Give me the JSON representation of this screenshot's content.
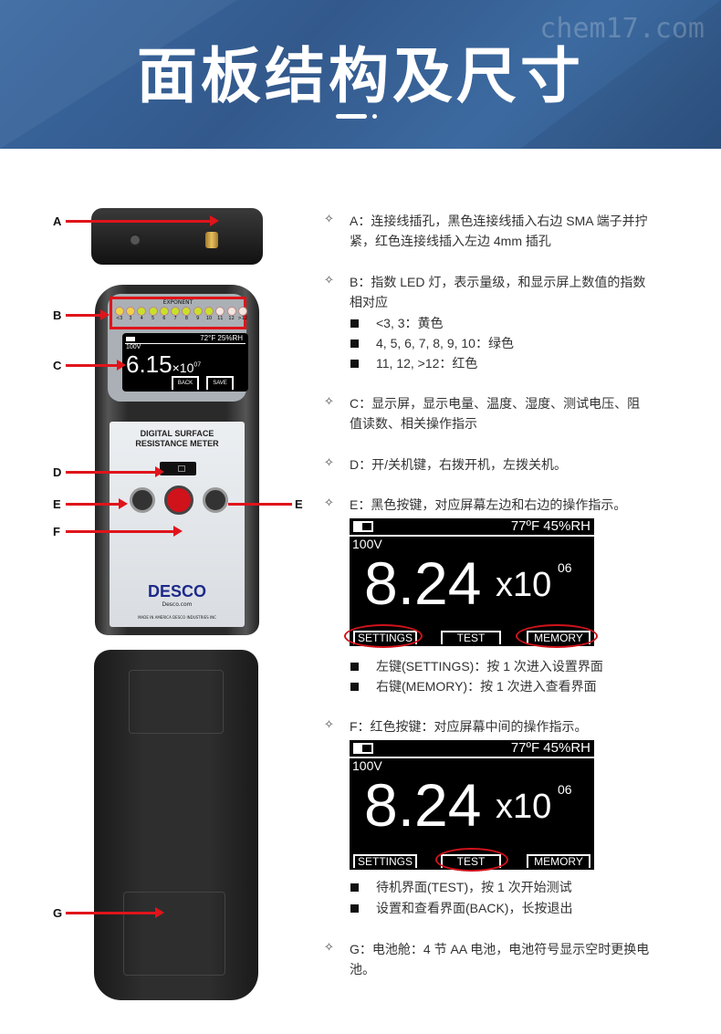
{
  "header": {
    "title": "面板结构及尺寸",
    "watermark": "chem17.com"
  },
  "labels": {
    "A": "A",
    "B": "B",
    "C": "C",
    "D": "D",
    "E": "E",
    "F": "F",
    "G": "G"
  },
  "device": {
    "exponent_label": "EXPONENT",
    "leds": [
      {
        "n": "<3",
        "c": "#f0d24a"
      },
      {
        "n": "3",
        "c": "#f0d24a"
      },
      {
        "n": "4",
        "c": "#c9e02a"
      },
      {
        "n": "5",
        "c": "#c9e02a"
      },
      {
        "n": "6",
        "c": "#c9e02a"
      },
      {
        "n": "7",
        "c": "#c9e02a"
      },
      {
        "n": "8",
        "c": "#c9e02a"
      },
      {
        "n": "9",
        "c": "#c9e02a"
      },
      {
        "n": "10",
        "c": "#c9e02a"
      },
      {
        "n": "11",
        "c": "#f3e6e0"
      },
      {
        "n": "12",
        "c": "#f3e6e0"
      },
      {
        "n": ">12",
        "c": "#f3e6e0"
      }
    ],
    "screen": {
      "temp_rh": "72°F 25%RH",
      "voltage": "100V",
      "value": "6.15",
      "mult": "×10",
      "exp": "07",
      "back": "BACK",
      "save": "SAVE"
    },
    "name1": "DIGITAL SURFACE",
    "name2": "RESISTANCE METER",
    "brand": "DESCO",
    "brand_url": "Desco.com",
    "made_in": "MADE IN AMERICA  DESCO INDUSTRIES INC"
  },
  "items": {
    "A": [
      "A：连接线插孔，黑色连接线插入右边 SMA 端子并拧",
      "紧，红色连接线插入左边 4mm 插孔"
    ],
    "B": [
      "B：指数 LED 灯，表示量级，和显示屏上数值的指数",
      "相对应"
    ],
    "B_bullets": [
      "<3, 3：黄色",
      "4, 5, 6, 7, 8, 9, 10：绿色",
      "11, 12, >12：红色"
    ],
    "C": [
      "C：显示屏，显示电量、温度、湿度、测试电压、阻",
      "值读数、相关操作指示"
    ],
    "D": "D：开/关机键，右拨开机，左拨关机。",
    "E": "E：黑色按键，对应屏幕左边和右边的操作指示。",
    "E_bullets": [
      "左键(SETTINGS)：按 1 次进入设置界面",
      "右键(MEMORY)：按 1 次进入查看界面"
    ],
    "F": "F：红色按键：对应屏幕中间的操作指示。",
    "F_bullets": [
      "待机界面(TEST)，按 1 次开始测试",
      "设置和查看界面(BACK)，长按退出"
    ],
    "G": [
      "G：电池舱：4 节 AA 电池，电池符号显示空时更换电",
      "池。"
    ]
  },
  "big_screen": {
    "temp_rh": "77ºF  45%RH",
    "voltage": "100V",
    "value": "8.24",
    "mult": "x10",
    "exp": "06",
    "settings": "SETTINGS",
    "test": "TEST",
    "memory": "MEMORY"
  },
  "colors": {
    "accent": "#e0141b",
    "header": "#3a6aa3"
  }
}
